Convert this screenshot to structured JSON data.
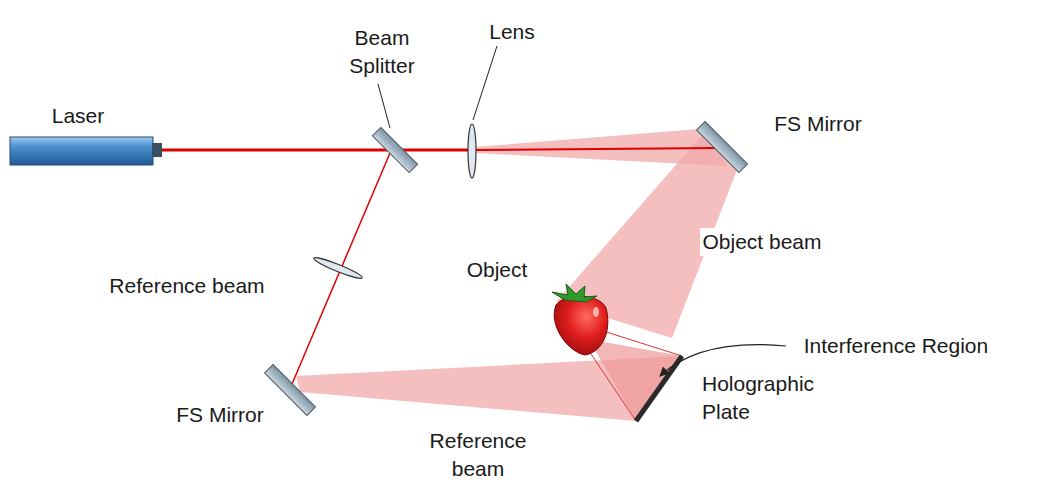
{
  "diagram": {
    "labels": [
      "Laser",
      "Beam Splitter",
      "Lens",
      "FS Mirror",
      "Object beam",
      "Object",
      "Reference beam",
      "Interference Region",
      "FS Mirror",
      "Holographic Plate",
      "Reference beam"
    ]
  }
}
